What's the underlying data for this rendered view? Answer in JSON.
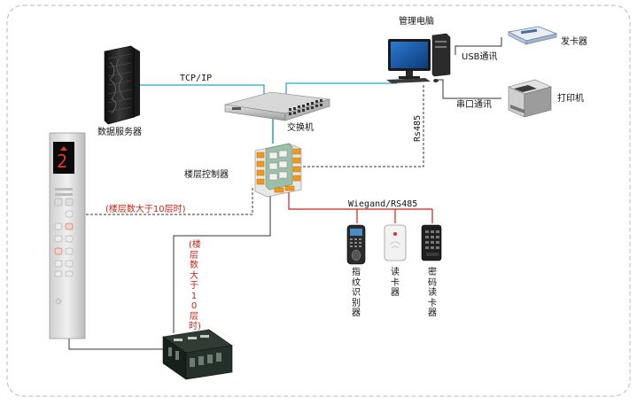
{
  "nodes": {
    "management_pc": "管理电脑",
    "card_issuer": "发卡器",
    "printer": "打印机",
    "data_server": "数据服务器",
    "switch": "交换机",
    "floor_controller": "楼层控制器",
    "fingerprint_reader": "指纹识别器",
    "card_reader": "读卡器",
    "keypad_reader": "密码读卡器"
  },
  "links": {
    "tcp_ip": "TCP/IP",
    "usb": "USB通讯",
    "serial": "串口通讯",
    "rs485": "Rs485",
    "wiegand": "Wiegand/RS485",
    "floors_gt10_h": "(楼层数大于10层时)",
    "floors_gt10_v": "(楼层数大于10层时)"
  },
  "elevator": {
    "display": "2"
  },
  "colors": {
    "wire_blue": "#2a9fc0",
    "wire_red": "#c0271b",
    "wire_dark": "#333333",
    "frame": "#b9b9b9"
  }
}
